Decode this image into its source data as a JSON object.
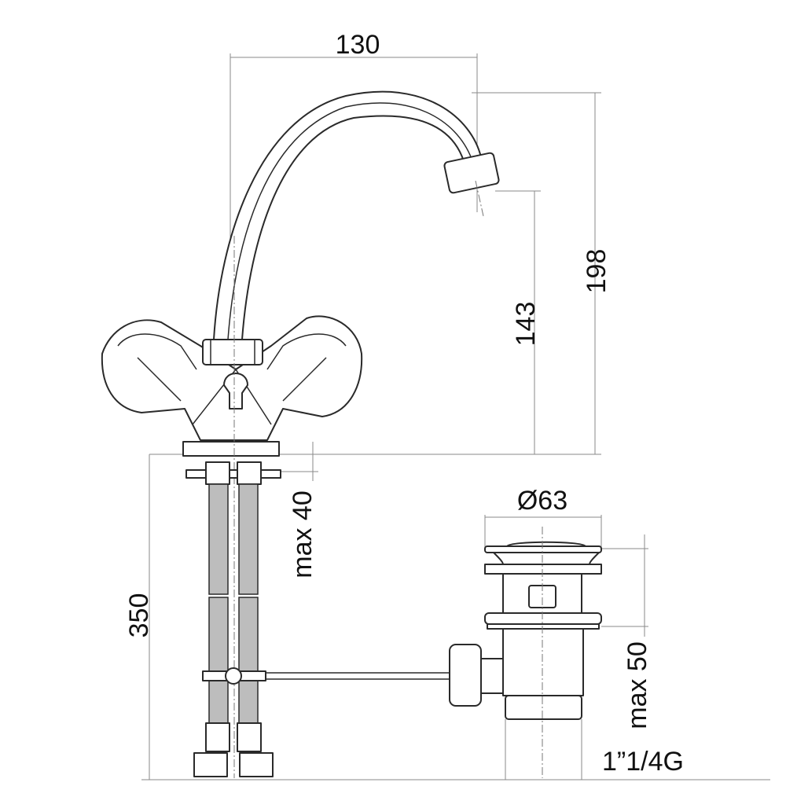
{
  "dimensions": {
    "spout_reach": "130",
    "total_height": "198",
    "spout_height": "143",
    "max_deck_thickness": "max 40",
    "hose_length": "350",
    "drain_diameter": "Ø63",
    "max_basin_thickness": "max 50",
    "drain_thread": "1”1/4G"
  }
}
